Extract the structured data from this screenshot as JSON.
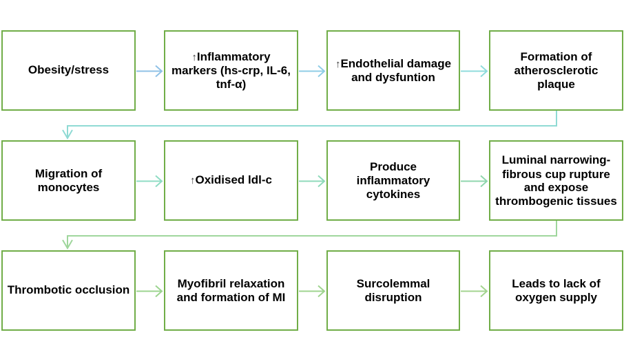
{
  "diagram": {
    "type": "flowchart",
    "rows": [
      {
        "steps": [
          {
            "prefix": "",
            "text": "Obesity/stress"
          },
          {
            "prefix": "↑",
            "text": "Inflammatory markers (hs-crp, IL-6, tnf-α)"
          },
          {
            "prefix": "↑",
            "text": "Endothelial damage and dysfuntion"
          },
          {
            "prefix": "",
            "text": "Formation of atherosclerotic plaque"
          }
        ],
        "arrow_colors": [
          "#8fc1e6",
          "#8fcde6",
          "#8fdcdc"
        ],
        "return_connector_color": "#8fdad4"
      },
      {
        "steps": [
          {
            "prefix": "",
            "text": "Migration of monocytes"
          },
          {
            "prefix": "↑",
            "text": "Oxidised ldl-c"
          },
          {
            "prefix": "",
            "text": "Produce inflammatory cytokines"
          },
          {
            "prefix": "",
            "text": "Luminal narrowing-fibrous cup rupture and expose thrombogenic tissues"
          }
        ],
        "arrow_colors": [
          "#8fdcc4",
          "#8fdabb",
          "#8fd6ad"
        ],
        "return_connector_color": "#9fd69c"
      },
      {
        "steps": [
          {
            "prefix": "",
            "text": "Thrombotic occlusion"
          },
          {
            "prefix": "",
            "text": "Myofibril relaxation and formation of MI"
          },
          {
            "prefix": "",
            "text": "Surcolemmal disruption"
          },
          {
            "prefix": "",
            "text": "Leads to lack of oxygen supply"
          }
        ],
        "arrow_colors": [
          "#9cd48f",
          "#9fd48f",
          "#a3d48f"
        ]
      }
    ],
    "box_border_color": "#70ad47"
  }
}
